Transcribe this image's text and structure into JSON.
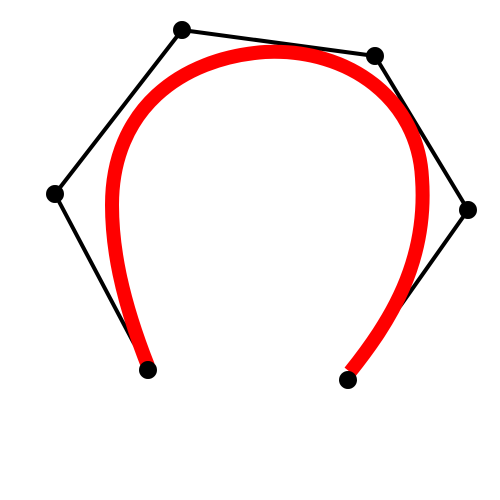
{
  "colors": {
    "background": "#ffffff",
    "control_polygon": "#000000",
    "control_points": "#000000",
    "curve": "#ff0000"
  },
  "diagram": {
    "kind": "spline-with-control-polygon",
    "control_point_count": 6,
    "curve_shape": "open-arch"
  }
}
